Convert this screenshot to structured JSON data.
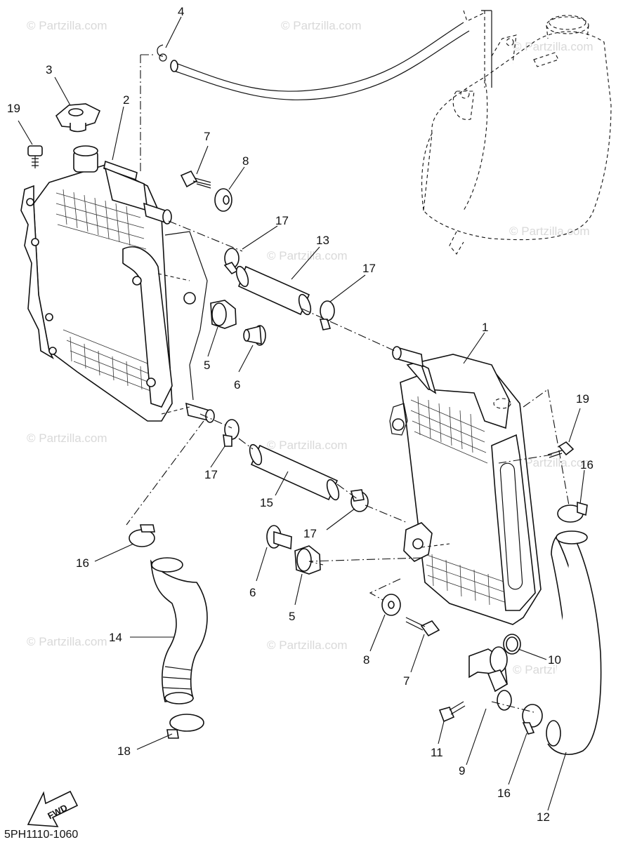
{
  "watermark": {
    "text": "© Partzilla.com"
  },
  "diagram_code": "5PH1110-1060",
  "fwd_label": "FWD",
  "callouts": [
    {
      "id": "c4",
      "text": "4"
    },
    {
      "id": "c3",
      "text": "3"
    },
    {
      "id": "c2",
      "text": "2"
    },
    {
      "id": "c19a",
      "text": "19"
    },
    {
      "id": "c7a",
      "text": "7"
    },
    {
      "id": "c8a",
      "text": "8"
    },
    {
      "id": "c17a",
      "text": "17"
    },
    {
      "id": "c13",
      "text": "13"
    },
    {
      "id": "c17b",
      "text": "17"
    },
    {
      "id": "c5a",
      "text": "5"
    },
    {
      "id": "c6a",
      "text": "6"
    },
    {
      "id": "c1",
      "text": "1"
    },
    {
      "id": "c19b",
      "text": "19"
    },
    {
      "id": "c16a",
      "text": "16"
    },
    {
      "id": "c17c",
      "text": "17"
    },
    {
      "id": "c15",
      "text": "15"
    },
    {
      "id": "c17d",
      "text": "17"
    },
    {
      "id": "c16b",
      "text": "16"
    },
    {
      "id": "c6b",
      "text": "6"
    },
    {
      "id": "c5b",
      "text": "5"
    },
    {
      "id": "c14",
      "text": "14"
    },
    {
      "id": "c8b",
      "text": "8"
    },
    {
      "id": "c7b",
      "text": "7"
    },
    {
      "id": "c10",
      "text": "10"
    },
    {
      "id": "c11",
      "text": "11"
    },
    {
      "id": "c9",
      "text": "9"
    },
    {
      "id": "c16c",
      "text": "16"
    },
    {
      "id": "c18",
      "text": "18"
    },
    {
      "id": "c12",
      "text": "12"
    }
  ]
}
